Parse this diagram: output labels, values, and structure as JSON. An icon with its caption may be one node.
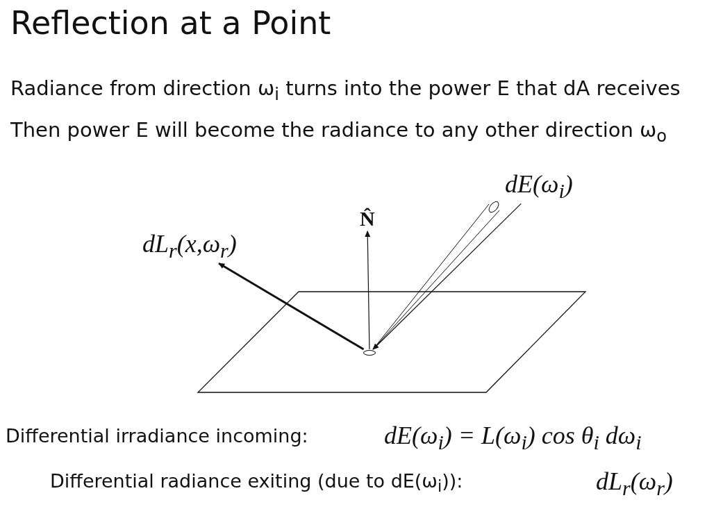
{
  "diagram": {
    "title": "Reflection at a Point",
    "nodes": [
      {
        "text": [
          "dE(ω$_{i}$)"
        ]
      },
      {
        "text": [],
        "shape": "circle"
      },
      {
        "text": [
          "dL$_{r}$(x,ω$_{r}$)"
        ]
      },
      {
        "text": [
          "N̂"
        ]
      }
    ],
    "edges": [
      {
        "from": 0,
        "to": 1,
        "arrow": "to"
      },
      {
        "from": 1,
        "to": 2,
        "arrow": "to",
        "style": "thick"
      },
      {
        "from": 1,
        "to": 3,
        "arrow": "to"
      }
    ],
    "labels": [
      "Radiance from direction ω$_{i}$ turns into the power E that dA receives",
      "Then power E will become the radiance to any other direction ω$_{o}$",
      "Differential irradiance incoming:",
      "dE(ω$_{i}$) = L(ω$_{i}$) cos θ$_{i}$ dω$_{i}$",
      "Differential radiance exiting (due to dE(ω$_{i}$)):",
      "dL$_{r}$(ω$_{r}$)"
    ]
  }
}
